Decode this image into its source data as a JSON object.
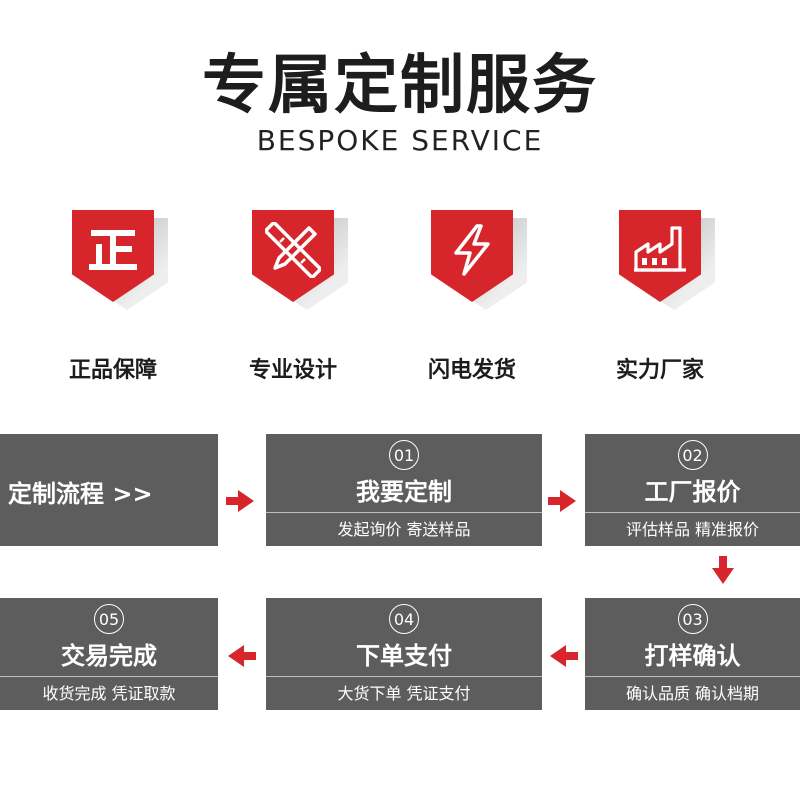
{
  "header": {
    "title": "专属定制服务",
    "subtitle": "BESPOKE SERVICE"
  },
  "features": [
    {
      "label": "正品保障",
      "icon": "zheng-character-icon"
    },
    {
      "label": "专业设计",
      "icon": "pencil-ruler-icon"
    },
    {
      "label": "闪电发货",
      "icon": "lightning-icon"
    },
    {
      "label": "实力厂家",
      "icon": "factory-icon"
    }
  ],
  "flow": {
    "title": "定制流程 >>",
    "steps": [
      {
        "num": "01",
        "name": "我要定制",
        "desc": "发起询价 寄送样品"
      },
      {
        "num": "02",
        "name": "工厂报价",
        "desc": "评估样品 精准报价"
      },
      {
        "num": "03",
        "name": "打样确认",
        "desc": "确认品质 确认档期"
      },
      {
        "num": "04",
        "name": "下单支付",
        "desc": "大货下单 凭证支付"
      },
      {
        "num": "05",
        "name": "交易完成",
        "desc": "收货完成 凭证取款"
      }
    ]
  },
  "colors": {
    "accent": "#d6262c",
    "panel": "#5d5d5d",
    "text_dark": "#1d1d1d"
  }
}
